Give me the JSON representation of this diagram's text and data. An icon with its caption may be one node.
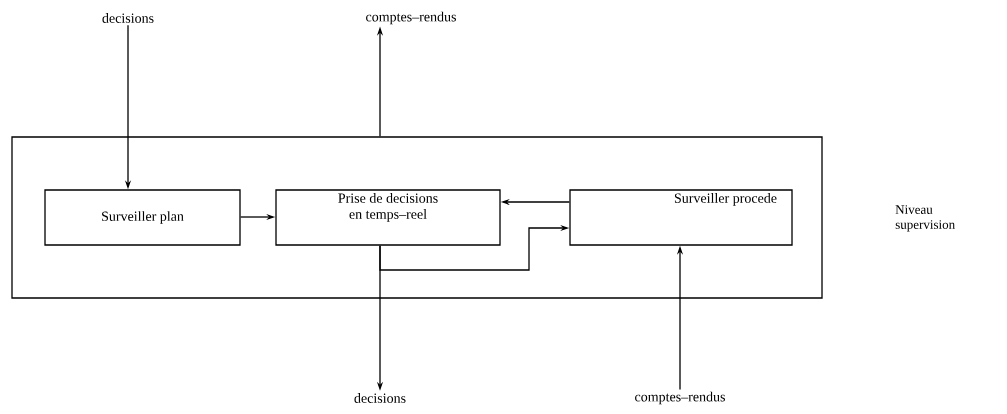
{
  "diagram": {
    "nodes": [
      {
        "text": [],
        "shape": "box"
      },
      {
        "text": [
          "decisions"
        ]
      },
      {
        "text": [
          "comptes–rendus"
        ]
      },
      {
        "text": [
          "Surveiller plan"
        ],
        "in": 0
      },
      {
        "text": [
          "Prise de decisions en temps–reel"
        ],
        "in": 0
      },
      {
        "text": [
          "Surveiller procede"
        ],
        "in": 0
      },
      {
        "text": [
          "decisions"
        ]
      },
      {
        "text": [
          "comptes–rendus"
        ]
      }
    ],
    "edges": [
      {
        "from": 1,
        "to": 3,
        "arrow": "to"
      },
      {
        "from": 0,
        "to": 2,
        "arrow": "to"
      },
      {
        "from": 3,
        "to": 4,
        "arrow": "to"
      },
      {
        "from": 5,
        "to": 4,
        "arrow": "to"
      },
      {
        "from": 4,
        "to": 5,
        "arrow": "to"
      },
      {
        "from": 4,
        "to": 6,
        "arrow": "to"
      },
      {
        "from": 7,
        "to": 5,
        "arrow": "to"
      }
    ],
    "labels": [
      "Niveau supervision"
    ]
  }
}
